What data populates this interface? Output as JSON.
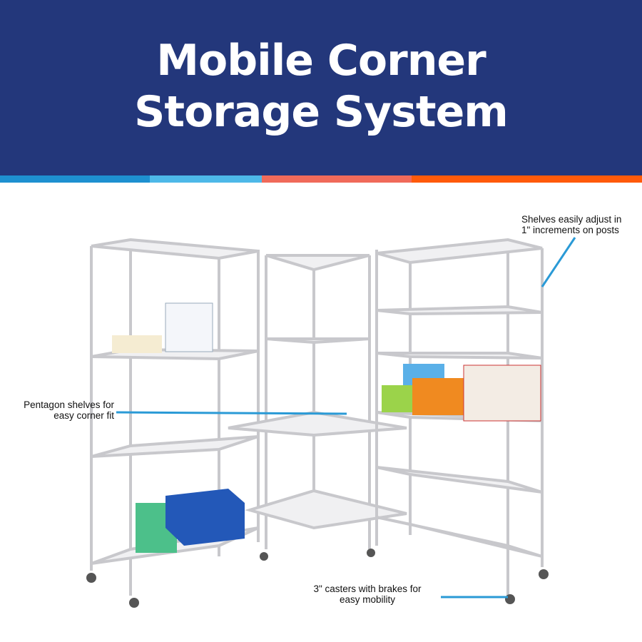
{
  "banner": {
    "title_line1": "Mobile Corner",
    "title_line2": "Storage System",
    "background": "#23377b"
  },
  "stripe_colors": [
    "#1e90d0",
    "#4db8e8",
    "#f06a5a",
    "#ff5a0a"
  ],
  "callouts": {
    "shelves": {
      "line1": "Shelves easily adjust in",
      "line2": "1\" increments on posts"
    },
    "pentagon": {
      "line1": "Pentagon shelves for",
      "line2": "easy corner fit"
    },
    "casters": {
      "line1": "3\" casters with brakes for",
      "line2": "easy mobility"
    }
  },
  "accent": "#2a9ad6"
}
